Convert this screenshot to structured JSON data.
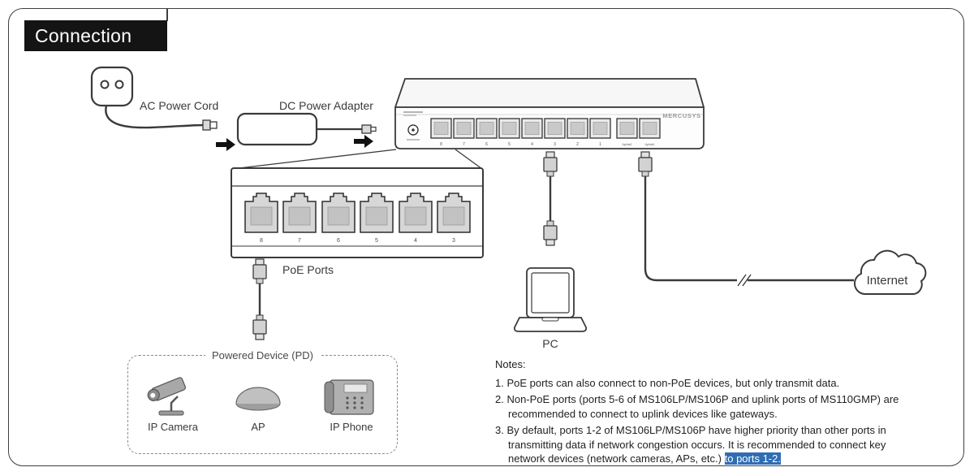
{
  "page": {
    "title": "Connection"
  },
  "colors": {
    "line": "#3a3a3a",
    "selection_highlight": "#2e6db4",
    "title_bg": "#141414"
  },
  "labels": {
    "ac_power_cord": "AC Power Cord",
    "dc_power_adapter": "DC Power Adapter",
    "poe_ports": "PoE Ports",
    "powered_device": "Powered Device (PD)",
    "ip_camera": "IP Camera",
    "ap": "AP",
    "ip_phone": "IP Phone",
    "pc": "PC",
    "internet": "Internet"
  },
  "switch": {
    "brand": "MERCUSYS",
    "port_labels": [
      "8",
      "7",
      "6",
      "5",
      "4",
      "3",
      "2",
      "1"
    ],
    "uplink_labels": [
      "Uplink2",
      "Uplink1"
    ]
  },
  "poe_panel": {
    "port_labels": [
      "8",
      "7",
      "6",
      "5",
      "4",
      "3"
    ]
  },
  "notes": {
    "heading": "Notes:",
    "item1": "1. PoE ports can also connect to non-PoE devices, but only transmit data.",
    "item2": "2. Non-PoE ports (ports 5-6 of MS106LP/MS106P and uplink ports of MS110GMP) are recommended to connect to uplink devices like gateways.",
    "item3_pre": "3. By default, ports 1-2 of MS106LP/MS106P have higher priority than other ports in transmitting data if network congestion occurs. It is recommended to connect key network devices (network cameras, APs, etc.) ",
    "item3_highlight": "to ports 1-2."
  }
}
